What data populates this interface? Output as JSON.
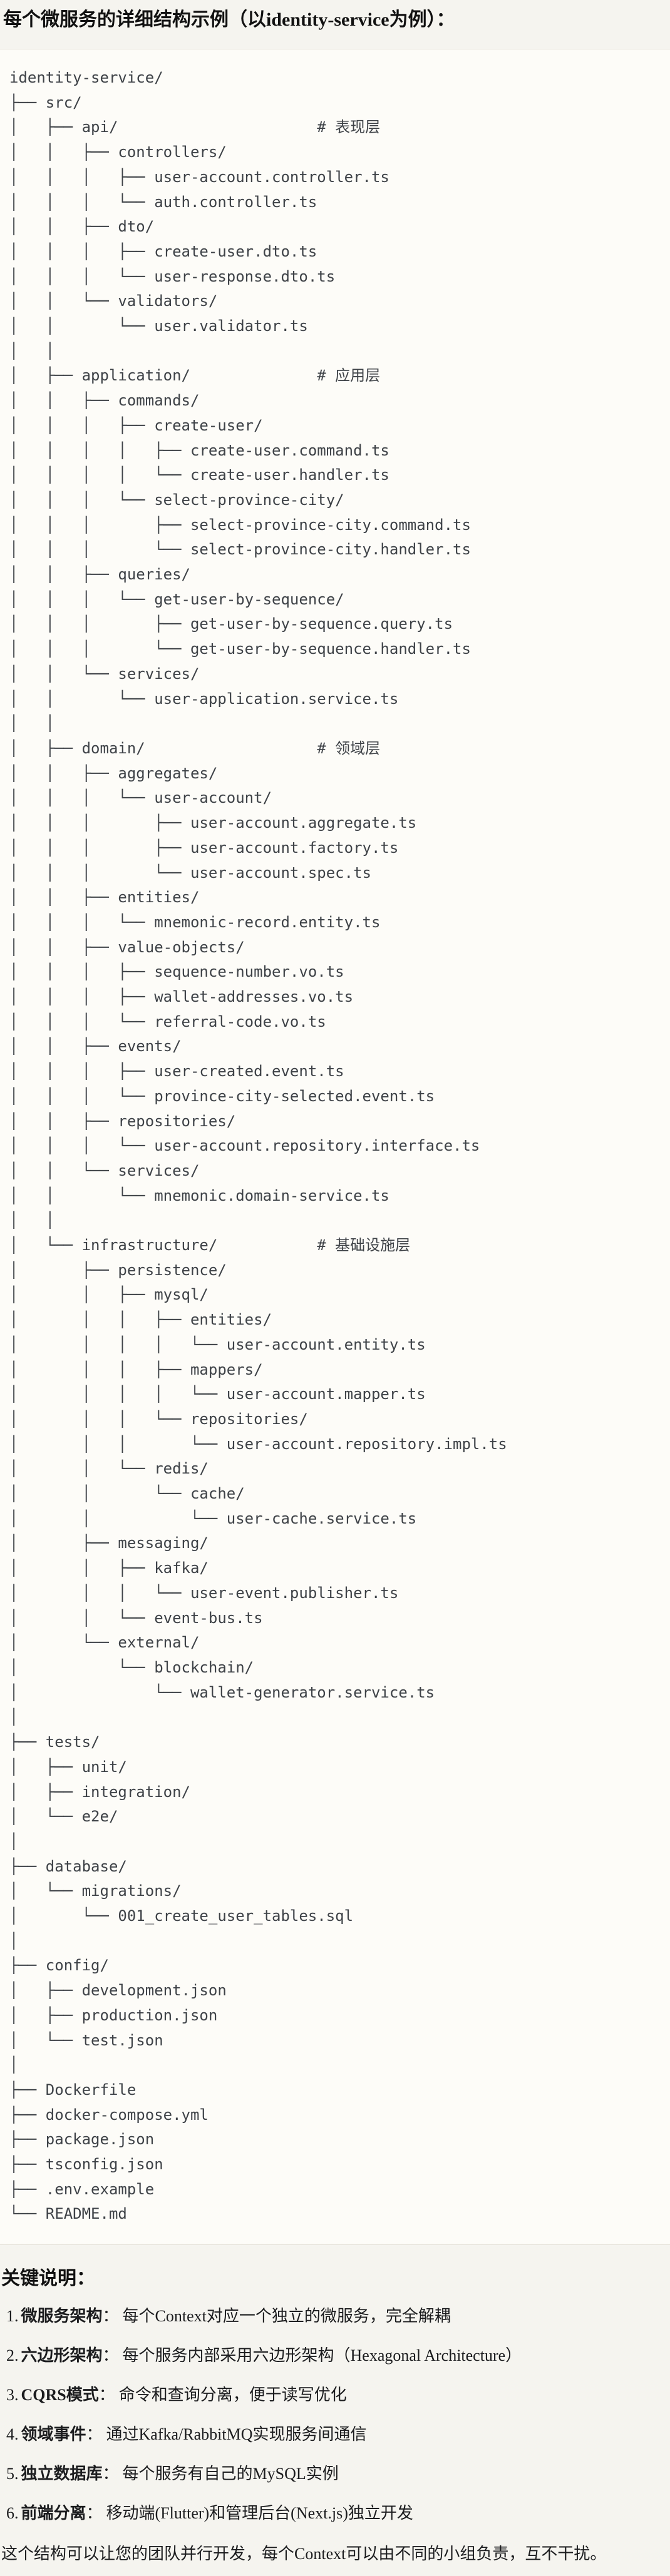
{
  "page": {
    "title": "每个微服务的详细结构示例（以identity-service为例）："
  },
  "tree": {
    "lines": [
      "identity-service/",
      "├── src/",
      "│   ├── api/                      # 表现层",
      "│   │   ├── controllers/",
      "│   │   │   ├── user-account.controller.ts",
      "│   │   │   └── auth.controller.ts",
      "│   │   ├── dto/",
      "│   │   │   ├── create-user.dto.ts",
      "│   │   │   └── user-response.dto.ts",
      "│   │   └── validators/",
      "│   │       └── user.validator.ts",
      "│   │",
      "│   ├── application/              # 应用层",
      "│   │   ├── commands/",
      "│   │   │   ├── create-user/",
      "│   │   │   │   ├── create-user.command.ts",
      "│   │   │   │   └── create-user.handler.ts",
      "│   │   │   └── select-province-city/",
      "│   │   │       ├── select-province-city.command.ts",
      "│   │   │       └── select-province-city.handler.ts",
      "│   │   ├── queries/",
      "│   │   │   └── get-user-by-sequence/",
      "│   │   │       ├── get-user-by-sequence.query.ts",
      "│   │   │       └── get-user-by-sequence.handler.ts",
      "│   │   └── services/",
      "│   │       └── user-application.service.ts",
      "│   │",
      "│   ├── domain/                   # 领域层",
      "│   │   ├── aggregates/",
      "│   │   │   └── user-account/",
      "│   │   │       ├── user-account.aggregate.ts",
      "│   │   │       ├── user-account.factory.ts",
      "│   │   │       └── user-account.spec.ts",
      "│   │   ├── entities/",
      "│   │   │   └── mnemonic-record.entity.ts",
      "│   │   ├── value-objects/",
      "│   │   │   ├── sequence-number.vo.ts",
      "│   │   │   ├── wallet-addresses.vo.ts",
      "│   │   │   └── referral-code.vo.ts",
      "│   │   ├── events/",
      "│   │   │   ├── user-created.event.ts",
      "│   │   │   └── province-city-selected.event.ts",
      "│   │   ├── repositories/",
      "│   │   │   └── user-account.repository.interface.ts",
      "│   │   └── services/",
      "│   │       └── mnemonic.domain-service.ts",
      "│   │",
      "│   └── infrastructure/           # 基础设施层",
      "│       ├── persistence/",
      "│       │   ├── mysql/",
      "│       │   │   ├── entities/",
      "│       │   │   │   └── user-account.entity.ts",
      "│       │   │   ├── mappers/",
      "│       │   │   │   └── user-account.mapper.ts",
      "│       │   │   └── repositories/",
      "│       │   │       └── user-account.repository.impl.ts",
      "│       │   └── redis/",
      "│       │       └── cache/",
      "│       │           └── user-cache.service.ts",
      "│       ├── messaging/",
      "│       │   ├── kafka/",
      "│       │   │   └── user-event.publisher.ts",
      "│       │   └── event-bus.ts",
      "│       └── external/",
      "│           └── blockchain/",
      "│               └── wallet-generator.service.ts",
      "│",
      "├── tests/",
      "│   ├── unit/",
      "│   ├── integration/",
      "│   └── e2e/",
      "│",
      "├── database/",
      "│   └── migrations/",
      "│       └── 001_create_user_tables.sql",
      "│",
      "├── config/",
      "│   ├── development.json",
      "│   ├── production.json",
      "│   └── test.json",
      "│",
      "├── Dockerfile",
      "├── docker-compose.yml",
      "├── package.json",
      "├── tsconfig.json",
      "├── .env.example",
      "└── README.md"
    ]
  },
  "notes": {
    "heading": "关键说明：",
    "items": [
      {
        "num": "1.",
        "label": "微服务架构",
        "sep": "：",
        "text": "每个Context对应一个独立的微服务，完全解耦"
      },
      {
        "num": "2.",
        "label": "六边形架构",
        "sep": "：",
        "text": "每个服务内部采用六边形架构（Hexagonal Architecture）"
      },
      {
        "num": "3.",
        "label": "CQRS模式",
        "sep": "：",
        "text": "命令和查询分离，便于读写优化"
      },
      {
        "num": "4.",
        "label": "领域事件",
        "sep": "：",
        "text": "通过Kafka/RabbitMQ实现服务间通信"
      },
      {
        "num": "5.",
        "label": "独立数据库",
        "sep": "：",
        "text": "每个服务有自己的MySQL实例"
      },
      {
        "num": "6.",
        "label": "前端分离",
        "sep": "：",
        "text": "移动端(Flutter)和管理后台(Next.js)独立开发"
      }
    ],
    "footer": "这个结构可以让您的团队并行开发，每个Context可以由不同的小组负责，互不干扰。"
  }
}
